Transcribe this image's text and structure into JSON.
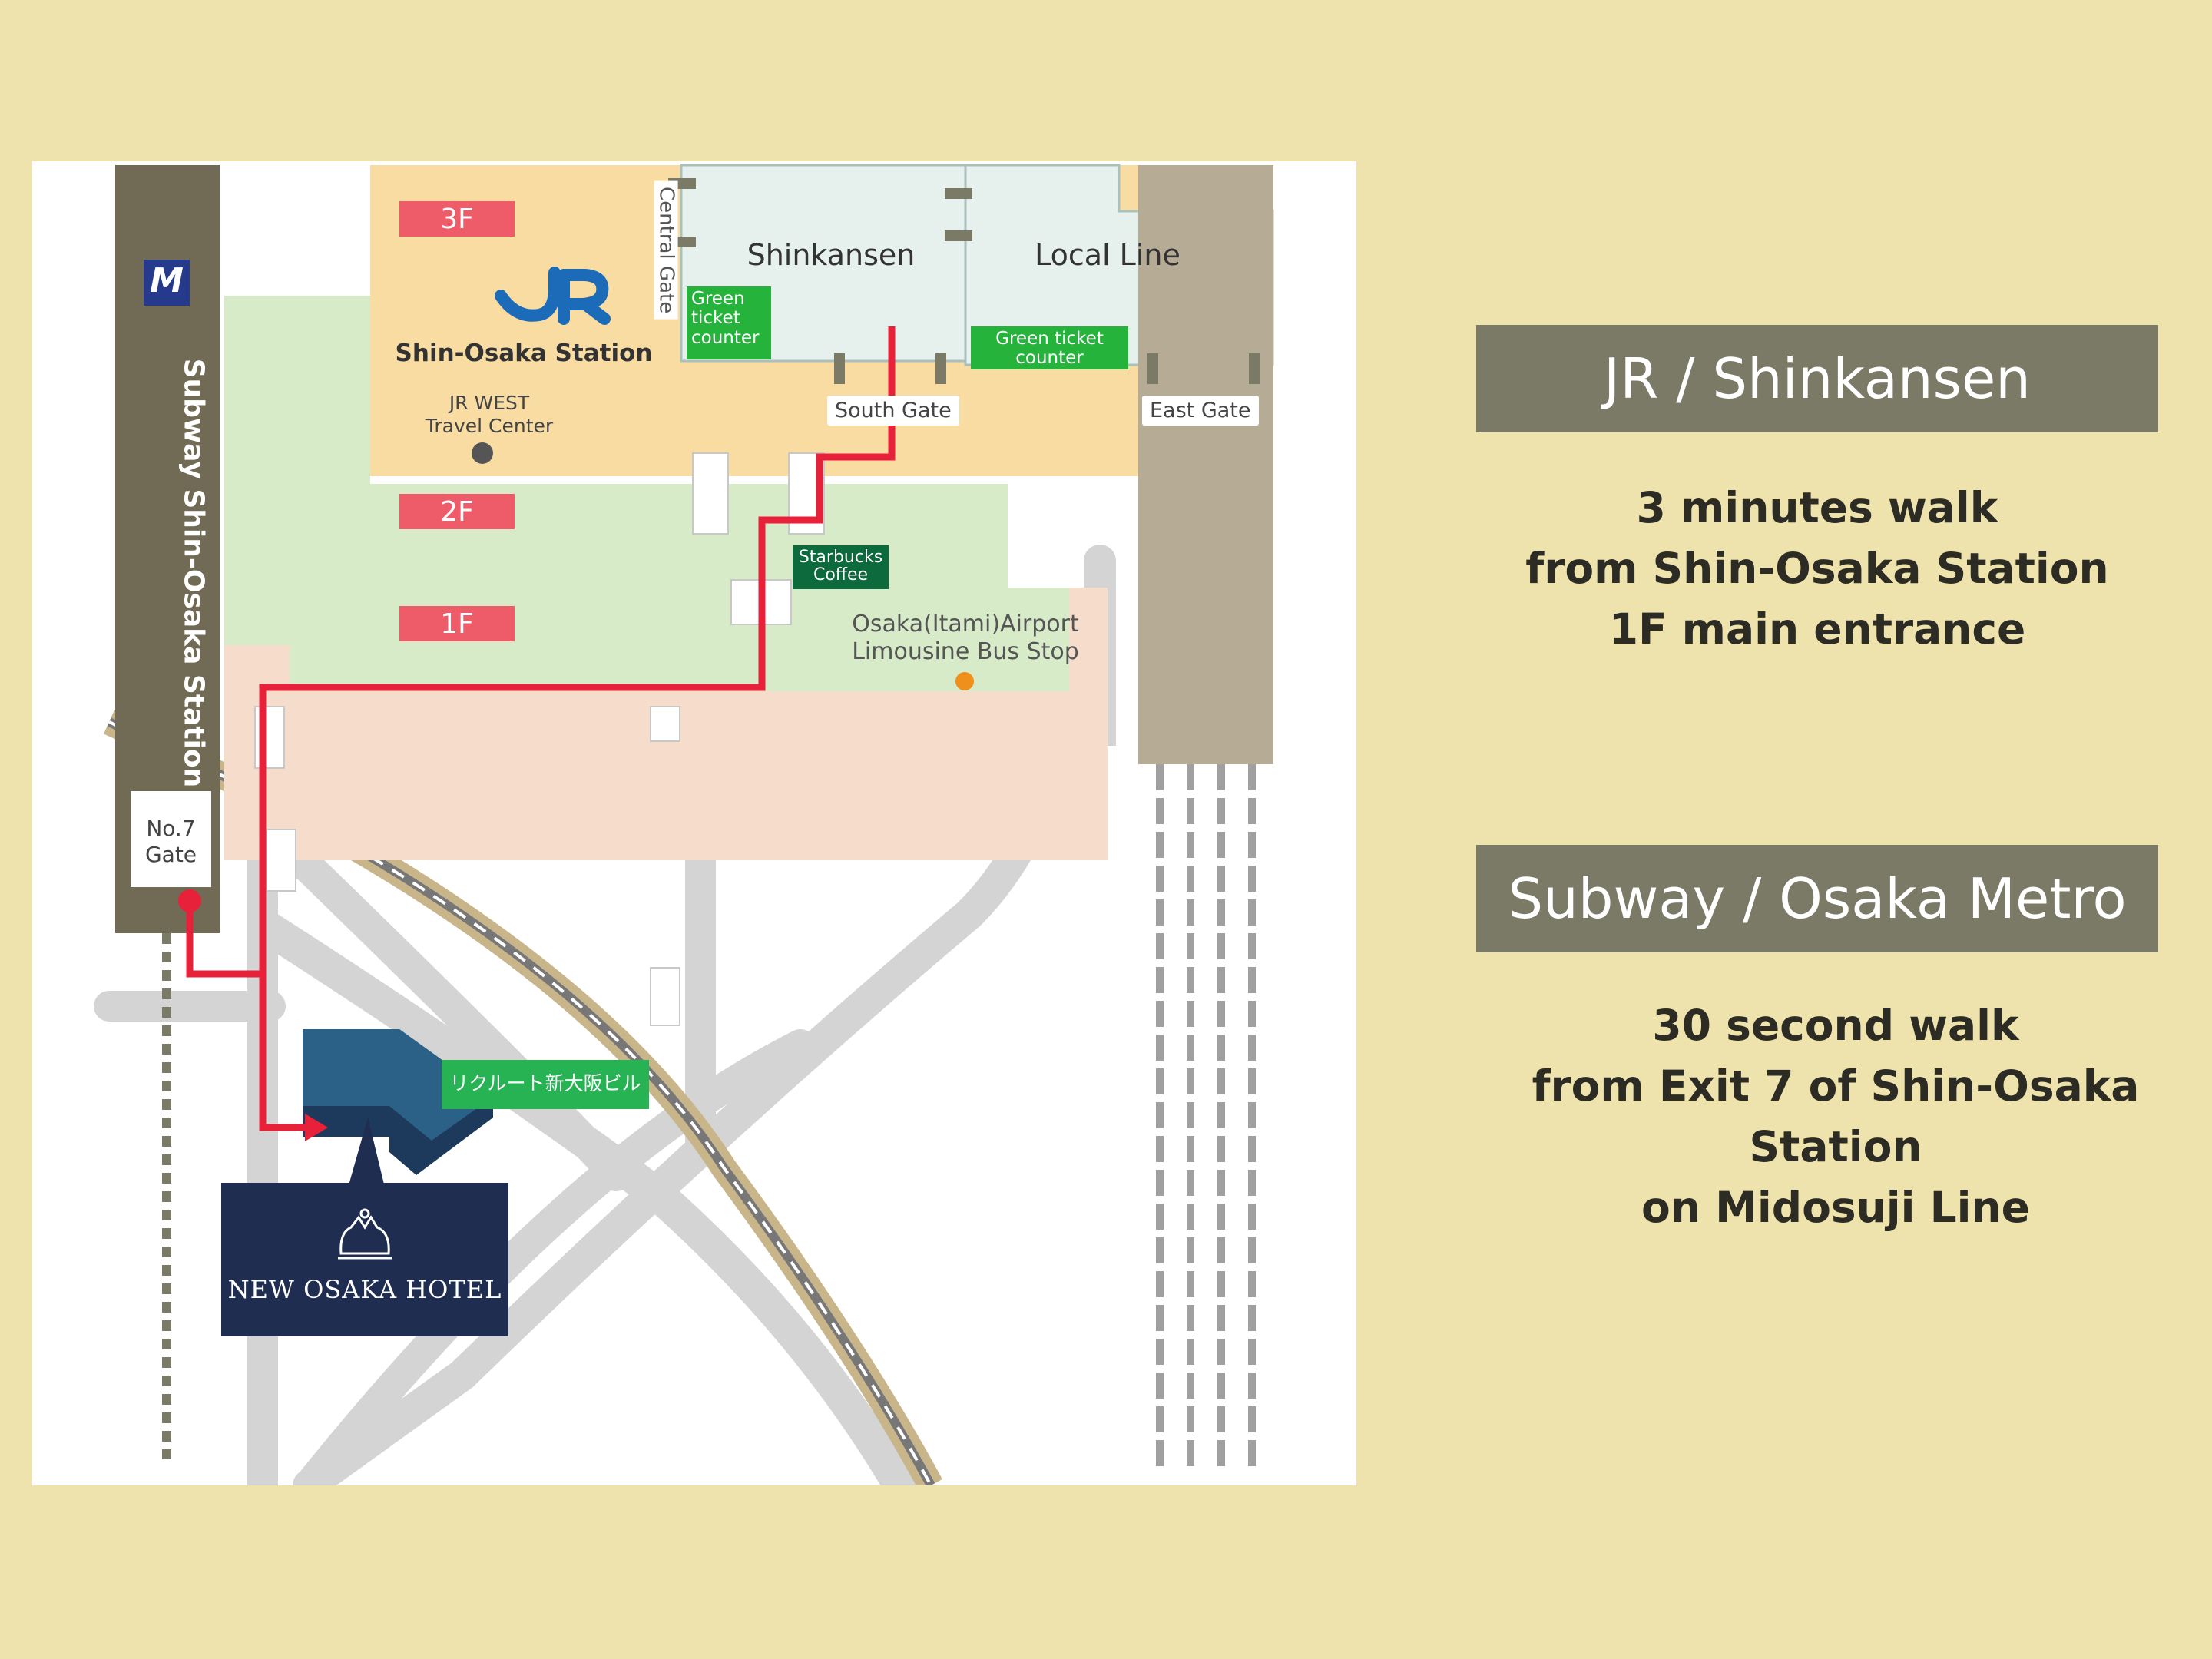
{
  "map": {
    "subway_station_label": "Subway  Shin-Osaka Station",
    "metro_logo_text": "M",
    "floor_tags": [
      "3F",
      "2F",
      "1F"
    ],
    "central_gate": "Central Gate",
    "jr_logo_text": "JR",
    "jr_station_name": "Shin-Osaka Station",
    "jr_west_travel_center": [
      "JR WEST",
      "Travel Center"
    ],
    "shinkansen": "Shinkansen",
    "local_line": "Local Line",
    "green_ticket_counter_1": [
      "Green",
      "ticket",
      "counter"
    ],
    "green_ticket_counter_2": [
      "Green ticket",
      "counter"
    ],
    "south_gate": "South Gate",
    "east_gate": "East Gate",
    "starbucks": [
      "Starbucks",
      "Coffee"
    ],
    "bus_stop": [
      "Osaka(Itami)Airport",
      "Limousine Bus Stop"
    ],
    "no7_gate": [
      "No.7",
      "Gate"
    ],
    "building_label": "リクルート新大阪ビル",
    "hotel_name": "NEW OSAKA HOTEL",
    "colors": {
      "route": "#e8213a",
      "hotel_navy": "#1f2d50",
      "floor_tag": "#ee5c6a",
      "green_counter": "#25b33c"
    }
  },
  "jr_section": {
    "title": "JR / Shinkansen",
    "lines": [
      "3 minutes walk",
      "from Shin-Osaka Station",
      "1F main entrance"
    ]
  },
  "subway_section": {
    "title": "Subway / Osaka Metro",
    "lines": [
      "30 second walk",
      "from Exit 7 of Shin-Osaka Station",
      "on Midosuji Line"
    ]
  }
}
